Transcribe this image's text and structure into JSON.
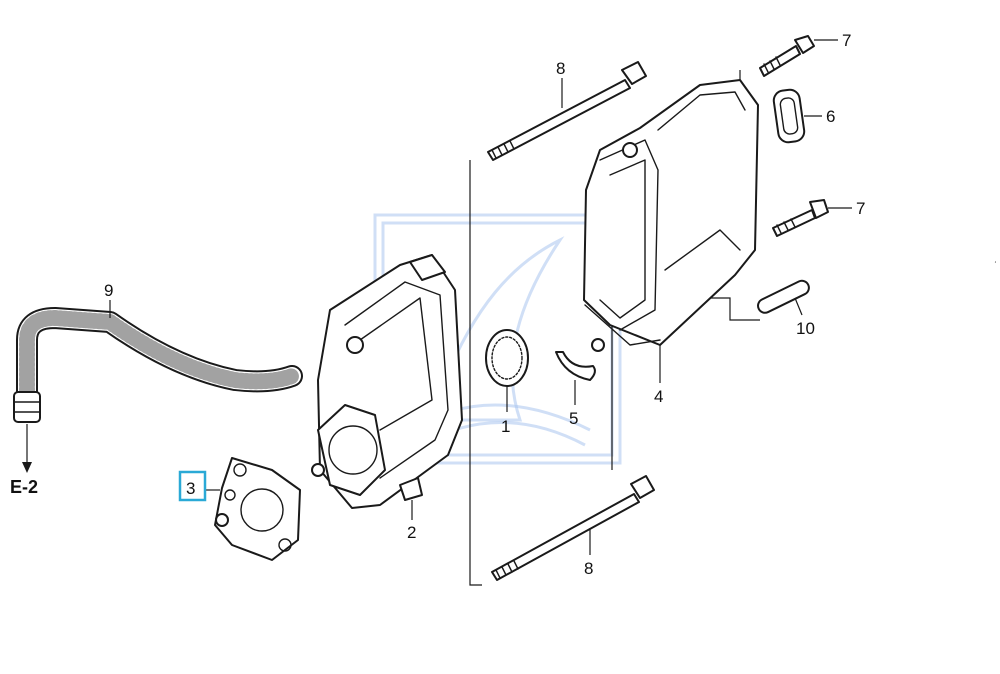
{
  "diagram": {
    "callouts": {
      "c1": "1",
      "c2": "2",
      "c3": "3",
      "c4": "4",
      "c5": "5",
      "c6": "6",
      "c7a": "7",
      "c7b": "7",
      "c8a": "8",
      "c8b": "8",
      "c9": "9",
      "c10": "10"
    },
    "reference": "E-2",
    "colors": {
      "highlight": "#2aa9d6",
      "watermark": "#a9c4ee"
    },
    "icons": {
      "watermark": "shield-logo-watermark"
    }
  }
}
